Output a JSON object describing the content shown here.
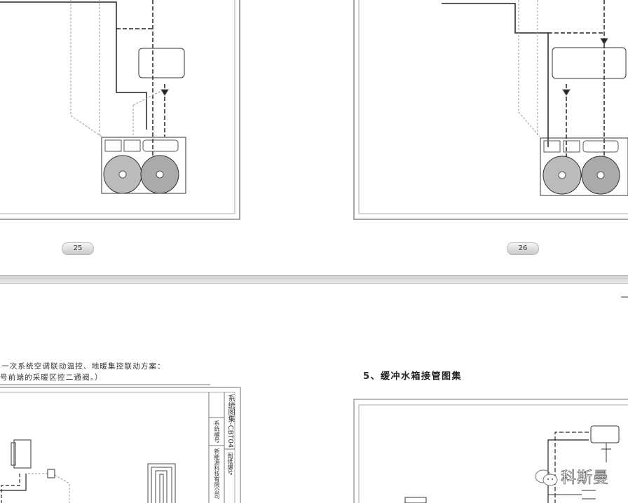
{
  "top_pages": [
    {
      "page_number": "25"
    },
    {
      "page_number": "26"
    }
  ],
  "bottom_left": {
    "intro_line1": "一次系统空调联动温控、地暖集控联动方案：",
    "intro_line2": "号前端的采暖区控二通阀。）",
    "title_block": {
      "drawing_set": "系统图集-CBT04",
      "system_no_label": "系统编号",
      "drawing_no_label": "图纸编号",
      "company": "新能源科技有限公司"
    }
  },
  "bottom_right": {
    "heading": "5、缓冲水箱接管图集"
  },
  "watermark": {
    "text": "科斯曼",
    "icon": "wechat-icon"
  },
  "colors": {
    "separator": "#d0d0d0",
    "frame": "#777777"
  }
}
